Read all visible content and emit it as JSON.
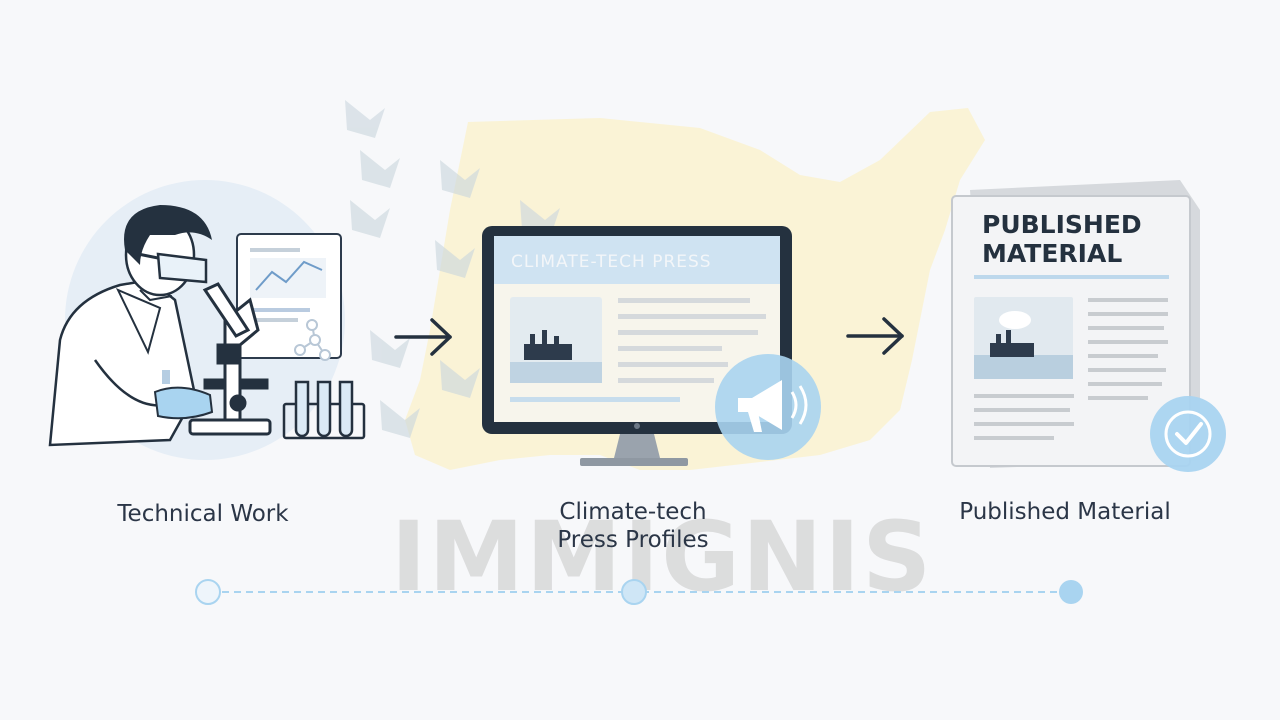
{
  "steps": [
    {
      "label": "Technical Work"
    },
    {
      "label_line1": "Climate-tech",
      "label_line2": "Press Profiles",
      "screen_title": "CLIMATE-TECH PRESS"
    },
    {
      "label": "Published Material",
      "paper_title_line1": "PUBLISHED",
      "paper_title_line2": "MATERIAL"
    }
  ],
  "watermark": "IMMIGNIS",
  "colors": {
    "background": "#f7f8fa",
    "ink": "#24313f",
    "accent_blue": "#a9d4f0",
    "map_yellow": "#fbf1c9"
  },
  "icons": {
    "arrow1": "right-arrow-icon",
    "arrow2": "right-arrow-icon",
    "megaphone": "megaphone-icon",
    "check": "checkmark-icon"
  }
}
